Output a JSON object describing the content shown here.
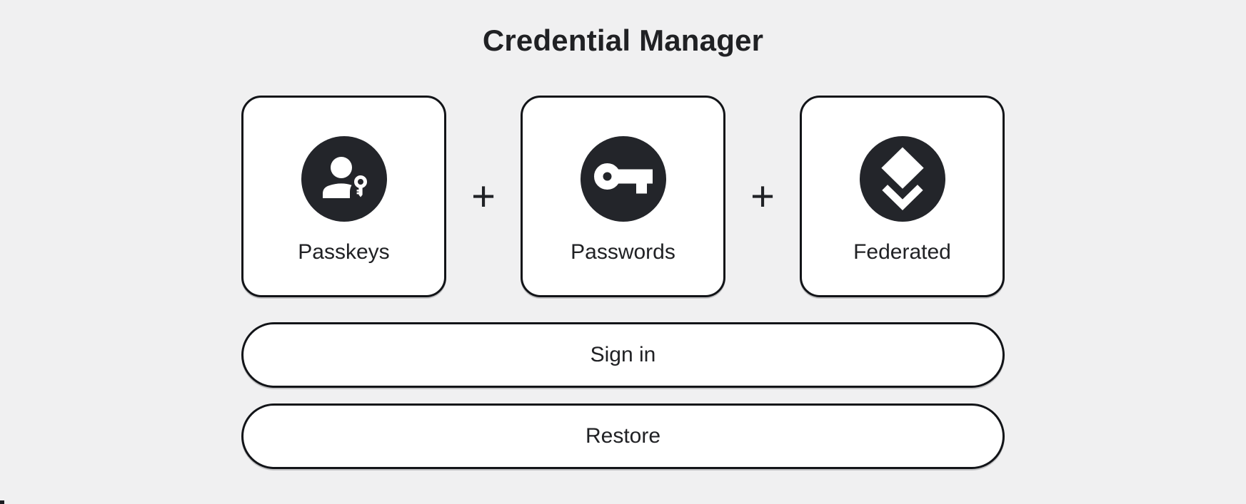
{
  "page": {
    "title": "Credential Manager"
  },
  "colors": {
    "background": "#f0f0f1",
    "surface": "#ffffff",
    "outline": "#121418",
    "icon_circle": "#23252a",
    "icon_glyph": "#ffffff",
    "text": "#202124"
  },
  "credential_types": [
    {
      "label": "Passkeys",
      "icon": "passkey-person-key-icon"
    },
    {
      "label": "Passwords",
      "icon": "key-icon"
    },
    {
      "label": "Federated",
      "icon": "stacked-layers-icon"
    }
  ],
  "separators": {
    "plus": "+"
  },
  "actions": {
    "sign_in_label": "Sign in",
    "restore_label": "Restore"
  }
}
